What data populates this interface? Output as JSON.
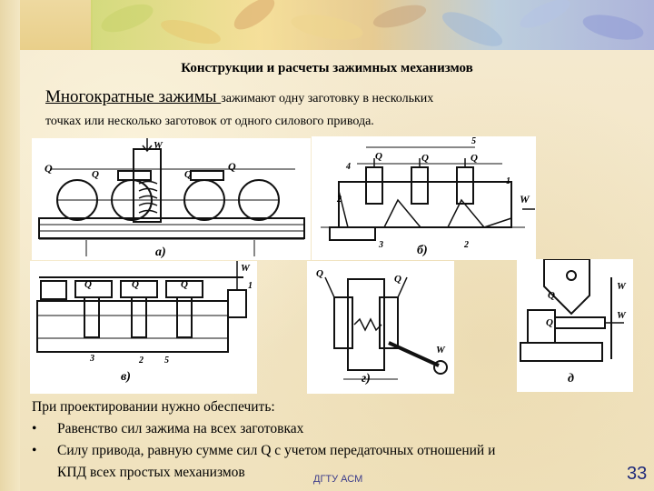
{
  "slide": {
    "title": "Конструкции и расчеты зажимных механизмов",
    "lead_term": "Многократные зажимы ",
    "lead_rest": "зажимают одну заготовку в нескольких",
    "lead_line2": "точках или несколько заготовок от одного силового привода.",
    "requirements_intro": "При проектировании нужно обеспечить:",
    "requirements": [
      "Равенство сил зажима на всех заготовках",
      "Силу привода, равную сумме сил Q с учетом передаточных отношений и",
      "КПД  всех простых механизмов"
    ],
    "bullet": "•",
    "footer": "ДГТУ АСМ",
    "page_number": "33"
  },
  "figures": {
    "a": {
      "caption": "а)",
      "labels": [
        "W",
        "Q",
        "Q",
        "Q",
        "Q"
      ]
    },
    "b": {
      "caption": "б)",
      "labels": [
        "Q",
        "Q",
        "Q",
        "W",
        "5",
        "4",
        "1",
        "2",
        "3",
        "2"
      ]
    },
    "v": {
      "caption": "в)",
      "labels": [
        "W",
        "Q",
        "Q",
        "Q",
        "1",
        "3",
        "2",
        "5"
      ]
    },
    "g": {
      "caption": "г)",
      "labels": [
        "Q",
        "Q",
        "W"
      ]
    },
    "d": {
      "caption": "д",
      "labels": [
        "W",
        "Q",
        "Q",
        "W"
      ]
    }
  }
}
